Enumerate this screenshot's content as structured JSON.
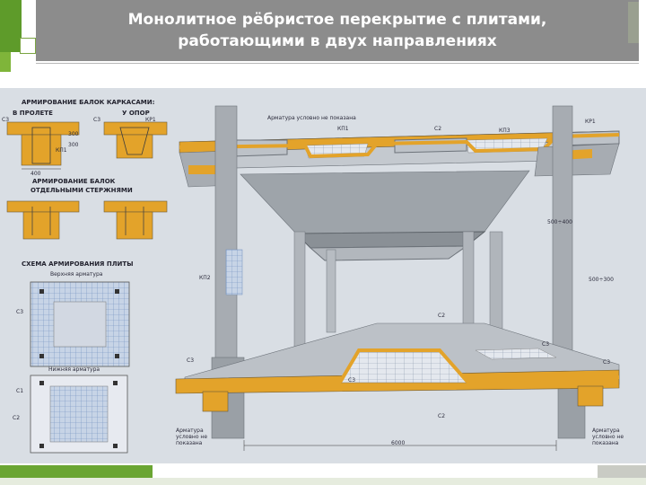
{
  "slide": {
    "title_line1": "Монолитное рёбристое перекрытие с плитами,",
    "title_line2": "работающими в двух направлениях"
  },
  "colors": {
    "title_bar": "#8c8c8c",
    "accent_green": "#5e9b2a",
    "concrete": "#a7acb2",
    "concrete_dark": "#7e848a",
    "reinforcement": "#e3a32a",
    "mesh": "#9fb8d8",
    "drawing_bg": "#d9dee4"
  },
  "diagram": {
    "beam_reinf_heading_line1": "АРМИРОВАНИЕ БАЛОК КАРКАСАМИ:",
    "in_span_label": "В ПРОЛЕТЕ",
    "at_support_label": "У ОПОР",
    "separate_bars_heading_line1": "АРМИРОВАНИЕ БАЛОК",
    "separate_bars_heading_line2": "ОТДЕЛЬНЫМИ СТЕРЖНЯМИ",
    "slab_scheme_heading": "СХЕМА АРМИРОВАНИЯ ПЛИТЫ",
    "upper_reinf_label": "Верхняя арматура",
    "lower_reinf_label": "Нижняя арматура",
    "rebar_note_top": "Арматура условно не показана",
    "rebar_note_bottom_left": "Арматура условно не показана",
    "rebar_note_bottom_right": "Арматура условно не показана",
    "c2": "С2",
    "c3": "С3",
    "c1": "С1",
    "kp1": "КР1",
    "kp2": "КП2",
    "kp3": "КП3",
    "kp1_beam": "КП1",
    "dim_300_top": "300",
    "dim_300_side": "300",
    "dim_400": "400",
    "dim_500_400": "500÷400",
    "dim_500_300": "500÷300",
    "dim_6000": "6000"
  }
}
